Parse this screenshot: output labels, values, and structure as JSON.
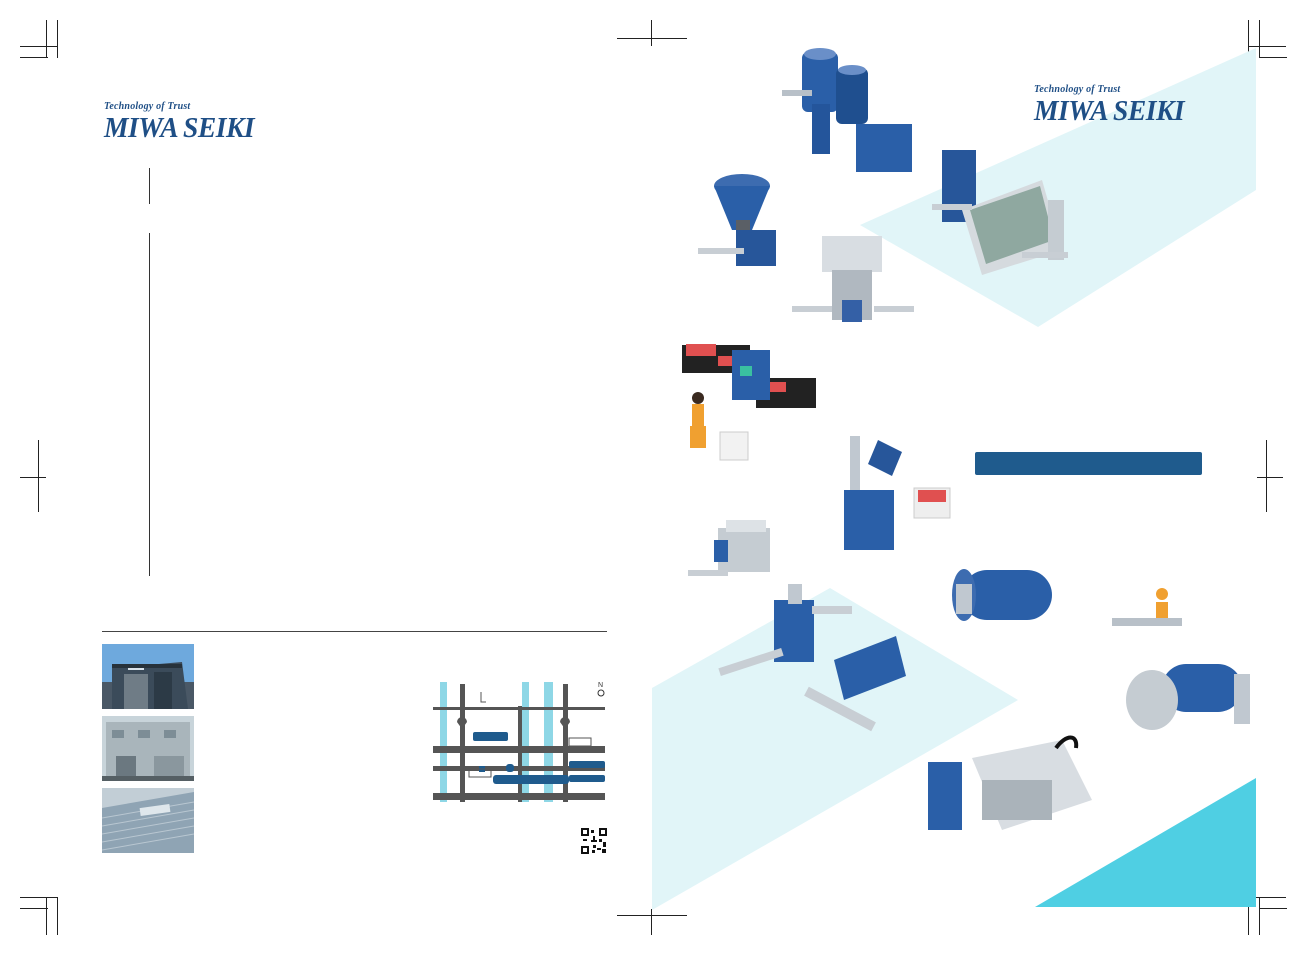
{
  "back_cover": {
    "brand": {
      "tagline": "Technology of Trust",
      "name": "MIWA SEIKI"
    },
    "photos": [
      {
        "name": "building-photo-1",
        "colors": [
          "#5e97cc",
          "#3a4a5a"
        ]
      },
      {
        "name": "building-photo-2",
        "colors": [
          "#9fb0b8",
          "#6d7a80"
        ]
      },
      {
        "name": "building-photo-3",
        "colors": [
          "#8ea3b5",
          "#b7c2ca"
        ]
      }
    ],
    "map": {
      "north_label": "N"
    }
  },
  "front_cover": {
    "brand": {
      "tagline": "Technology of Trust",
      "name": "MIWA SEIKI"
    },
    "title_banner": ""
  },
  "colors": {
    "brand_blue": "#1f4f86",
    "light_cyan": "#e1f5f8",
    "accent_cyan": "#4fcfe3",
    "banner": "#1f5b8d"
  }
}
